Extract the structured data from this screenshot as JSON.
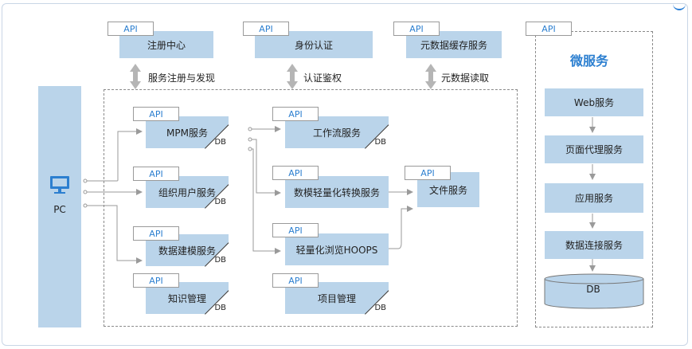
{
  "boxes": {
    "registry": {
      "api": "API",
      "label": "注册中心"
    },
    "identity": {
      "api": "API",
      "label": "身份认证"
    },
    "metadata_cache": {
      "api": "API",
      "label": "元数据缓存服务"
    },
    "mpm": {
      "api": "API",
      "label": "MPM服务",
      "db": "DB"
    },
    "org_user": {
      "api": "API",
      "label": "组织用户服务",
      "db": "DB"
    },
    "data_model": {
      "api": "API",
      "label": "数据建模服务",
      "db": "DB"
    },
    "knowledge": {
      "api": "API",
      "label": "知识管理",
      "db": "DB"
    },
    "workflow": {
      "api": "API",
      "label": "工作流服务",
      "db": "DB"
    },
    "lightweight": {
      "api": "API",
      "label": "数模轻量化转换服务"
    },
    "hoops": {
      "api": "API",
      "label": "轻量化浏览HOOPS"
    },
    "project": {
      "api": "API",
      "label": "项目管理",
      "db": "DB"
    },
    "file": {
      "api": "API",
      "label": "文件服务"
    }
  },
  "connections": {
    "registry": "服务注册与发现",
    "identity": "认证鉴权",
    "metadata": "元数据读取"
  },
  "pc": {
    "label": "PC"
  },
  "microservice": {
    "api": "API",
    "title": "微服务",
    "steps": [
      "Web服务",
      "页面代理服务",
      "应用服务",
      "数据连接服务"
    ],
    "db": "DB"
  },
  "colors": {
    "box": "#bad4ea",
    "api_text": "#2c7fd0",
    "title": "#2c7fd0"
  }
}
